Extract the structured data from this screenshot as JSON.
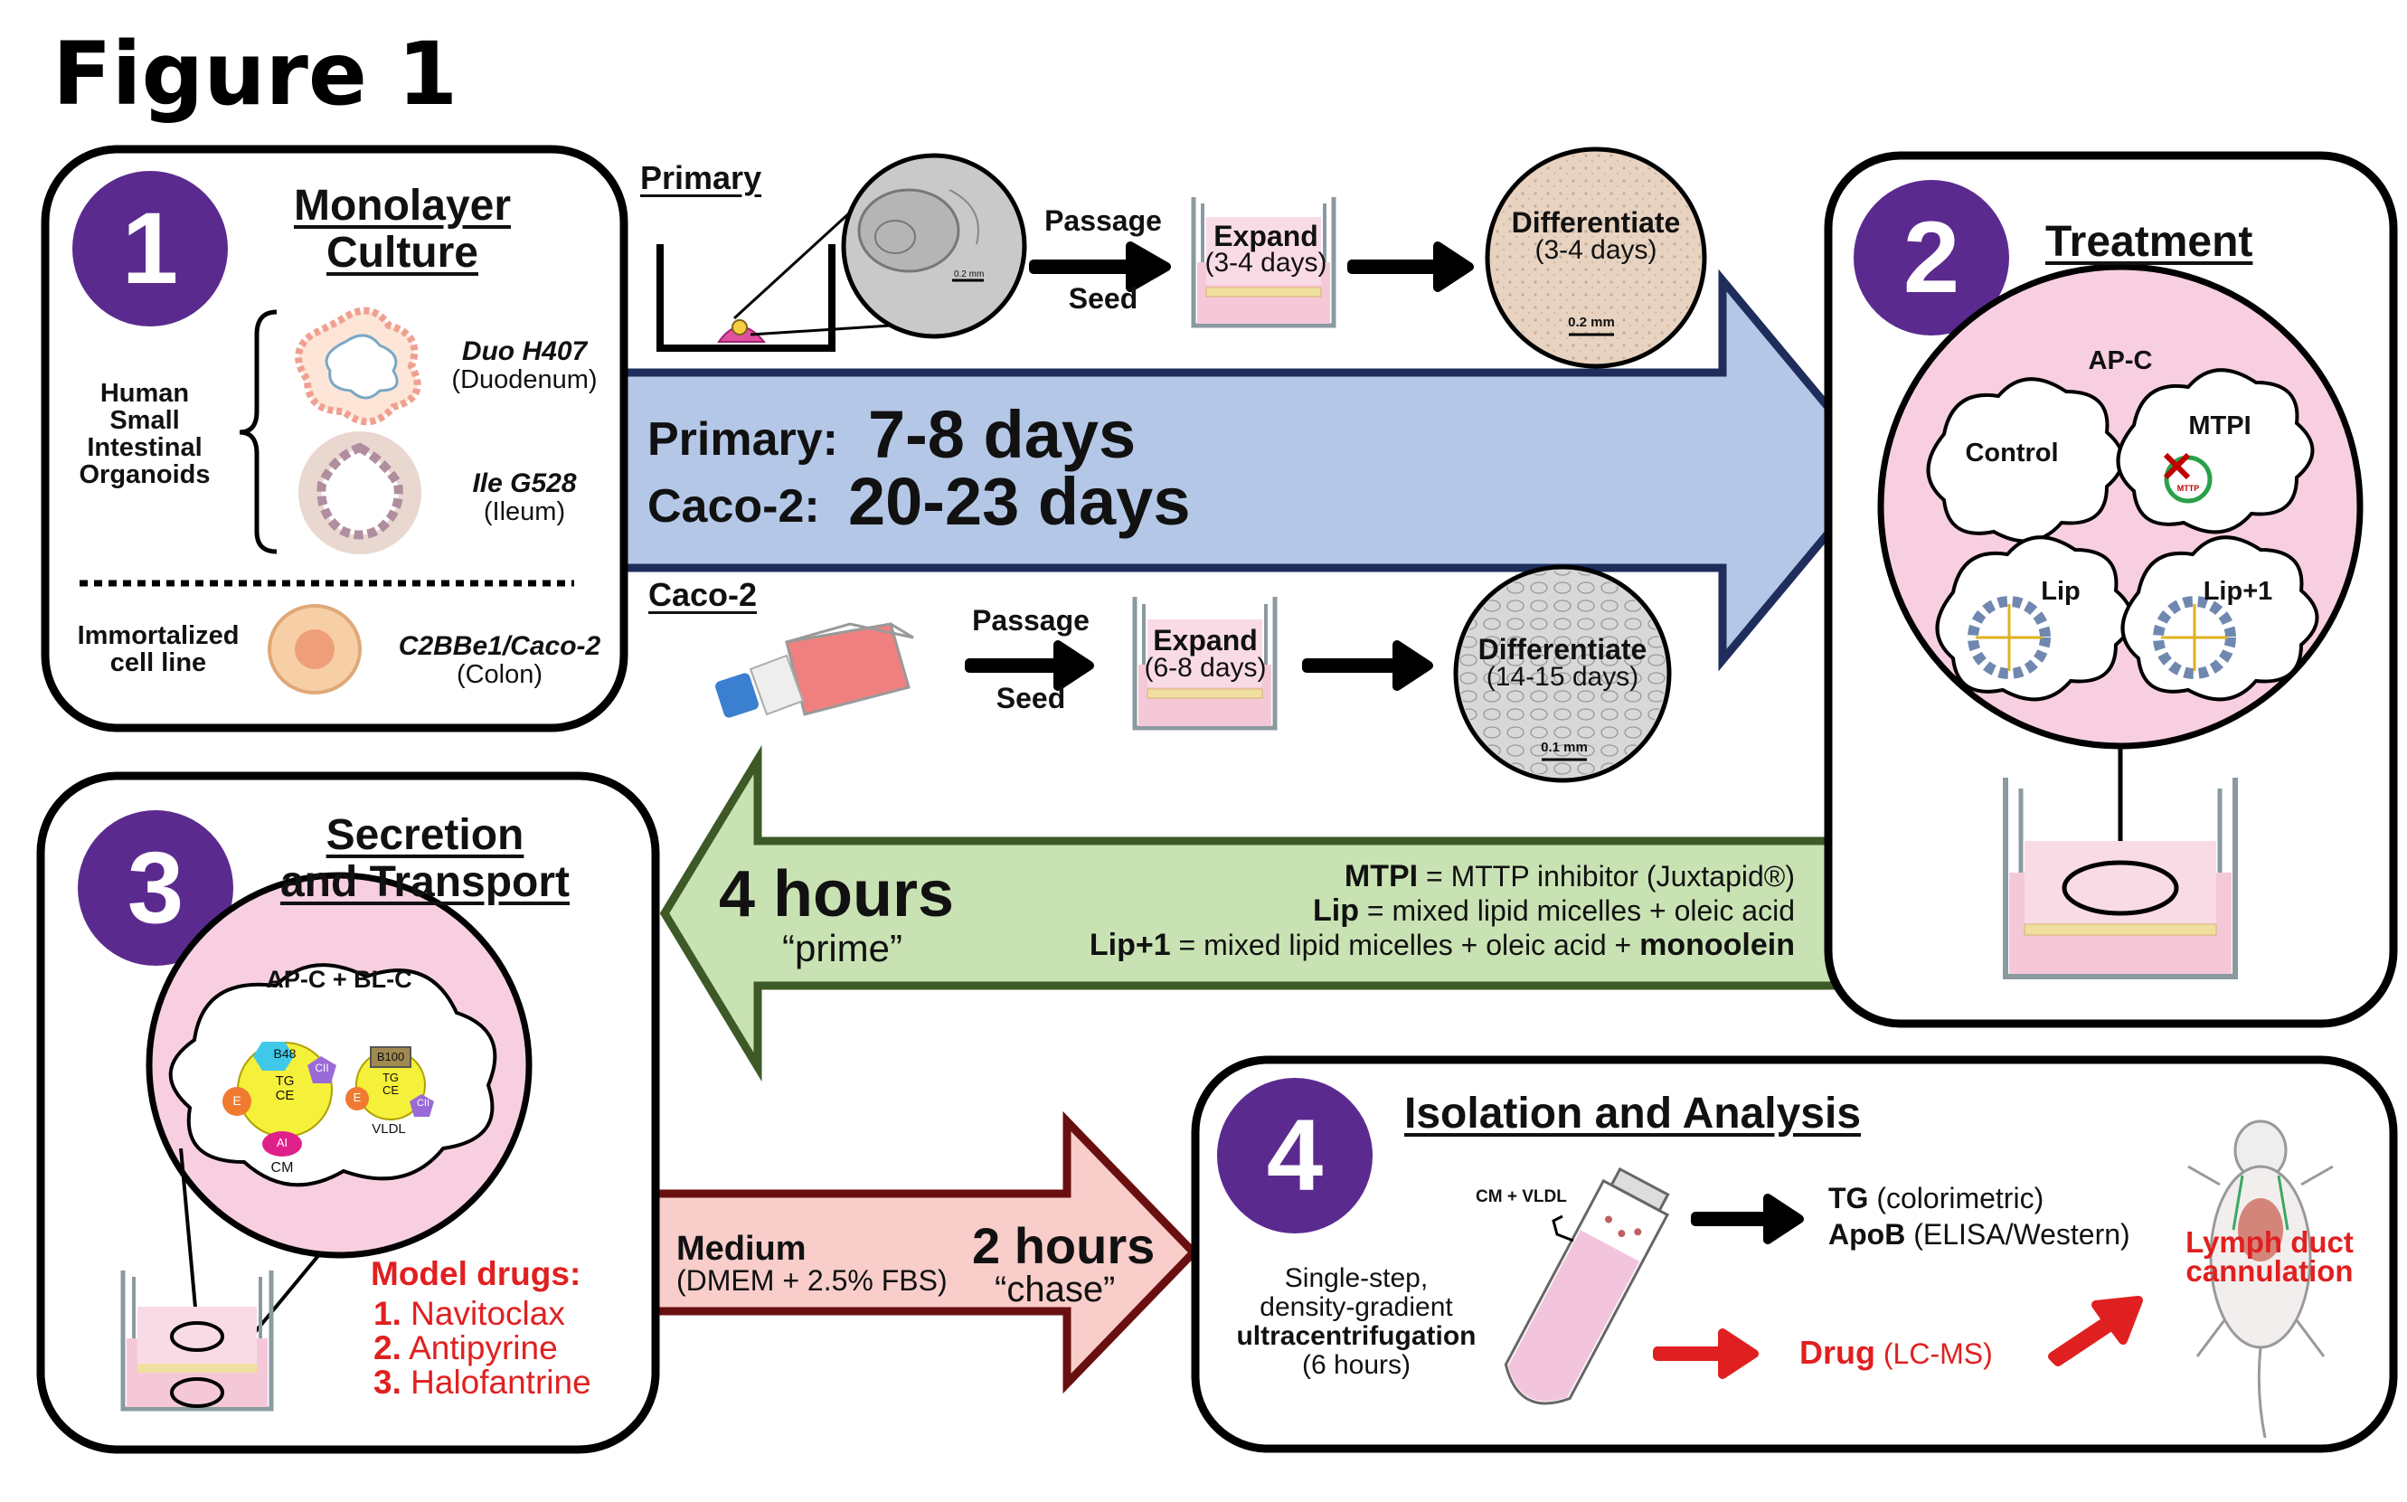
{
  "figure_title": "Figure 1",
  "panel1": {
    "number": "1",
    "title_line1": "Monolayer",
    "title_line2": "Culture",
    "group_label": "Human\nSmall\nIntestinal\nOrganoids",
    "organoid_a_name": "Duo H407",
    "organoid_a_region": "(Duodenum)",
    "organoid_b_name": "Ile G528",
    "organoid_b_region": "(Ileum)",
    "cell_line_label": "Immortalized\ncell line",
    "cell_line_name": "C2BBe1/Caco-2",
    "cell_line_region": "(Colon)"
  },
  "primary_flow": {
    "label": "Primary",
    "passage": "Passage",
    "seed": "Seed",
    "expand": "Expand",
    "expand_days": "(3-4 days)",
    "differentiate": "Differentiate",
    "differentiate_days": "(3-4 days)",
    "scale_small": "0.2 mm",
    "scale_bar": "0.2 mm"
  },
  "timeline": {
    "primary_label": "Primary:",
    "primary_value": "7-8 days",
    "caco_label": "Caco-2:",
    "caco_value": "20-23 days"
  },
  "caco_flow": {
    "label": "Caco-2",
    "passage": "Passage",
    "seed": "Seed",
    "expand": "Expand",
    "expand_days": "(6-8 days)",
    "differentiate": "Differentiate",
    "differentiate_days": "(14-15 days)",
    "scale_bar": "0.1 mm"
  },
  "panel2": {
    "number": "2",
    "title": "Treatment",
    "compartment": "AP-C",
    "conditions": [
      "Control",
      "MTPI",
      "Lip",
      "Lip+1"
    ],
    "mttp_label": "MTTP"
  },
  "prime": {
    "duration": "4 hours",
    "name": "“prime”",
    "legend": [
      {
        "term": "MTPI",
        "definition": " = MTTP inhibitor (Juxtapid®)",
        "extra": ""
      },
      {
        "term": "Lip",
        "definition": " = mixed lipid micelles + oleic acid",
        "extra": ""
      },
      {
        "term": "Lip+1",
        "definition": " = mixed lipid micelles + oleic acid + ",
        "extra": "monoolein"
      }
    ]
  },
  "panel3": {
    "number": "3",
    "title_line1": "Secretion",
    "title_line2": "and Transport",
    "compartment": "AP-C + BL-C",
    "apo_labels": [
      "B48",
      "CII",
      "E",
      "AI",
      "B100",
      "CII",
      "E"
    ],
    "lipid_core_line1": "TG",
    "lipid_core_line2": "CE",
    "particle_cm": "CM",
    "particle_vldl": "VLDL",
    "drugs_title": "Model drugs:",
    "drugs": [
      {
        "num": "1.",
        "name": "Navitoclax"
      },
      {
        "num": "2.",
        "name": "Antipyrine"
      },
      {
        "num": "3.",
        "name": "Halofantrine"
      }
    ]
  },
  "chase": {
    "medium": "Medium",
    "medium_detail": "(DMEM + 2.5% FBS)",
    "duration": "2 hours",
    "name": "“chase”"
  },
  "panel4": {
    "number": "4",
    "title": "Isolation and Analysis",
    "tube_label": "CM + VLDL",
    "method_line1": "Single-step,",
    "method_line2": "density-gradient",
    "method_line3": "ultracentrifugation",
    "method_line4": "(6 hours)",
    "tg": "TG",
    "tg_method": " (colorimetric)",
    "apob": "ApoB",
    "apob_method": " (ELISA/Western)",
    "drug": "Drug",
    "drug_method": " (LC-MS)",
    "lymph_line1": "Lymph duct",
    "lymph_line2": "cannulation"
  },
  "colors": {
    "panel_purple": "#5b2a8f",
    "timeline_blue": "#b4c7e7",
    "timeline_border": "#1f2d5c",
    "prime_green": "#c9e2b3",
    "prime_border": "#3d5a26",
    "chase_pink": "#f8cdca",
    "chase_border": "#6a0f0f",
    "well_pink": "#f5c8d8",
    "drug_red": "#e02020"
  }
}
